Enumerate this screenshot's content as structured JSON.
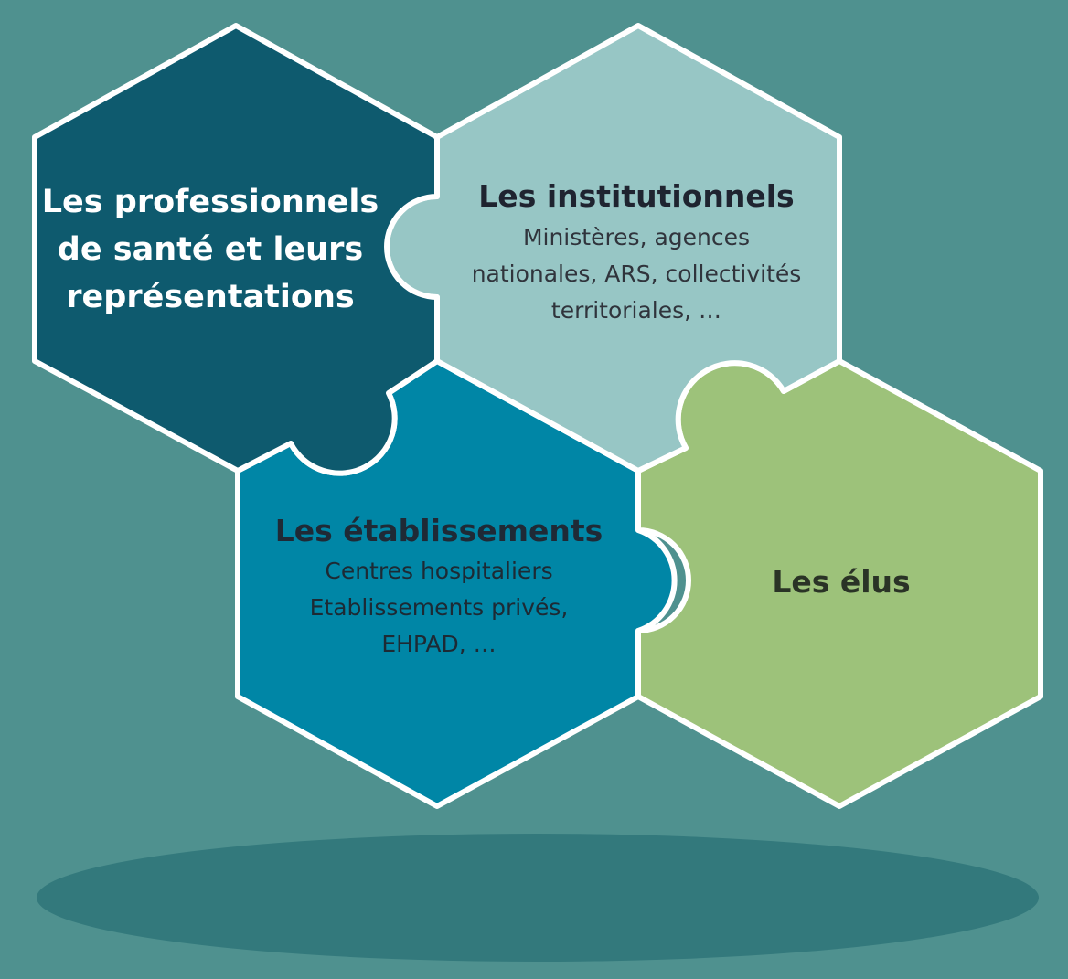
{
  "colors": {
    "background": "#4f918f",
    "shadow": "#33797c",
    "outline": "#ffffff",
    "professionnels": "#0e5a6e",
    "institutionnels": "#97c6c5",
    "etablissements": "#0086a6",
    "elus": "#9dc27a"
  },
  "pieces": {
    "professionnels": {
      "title": "Les professionnels de santé et leurs représentations",
      "icon": "puzzle-piece-hexagon"
    },
    "institutionnels": {
      "title": "Les institutionnels",
      "line1": "Ministères, agences",
      "line2": "nationales, ARS, collectivités",
      "line3": "territoriales, …",
      "icon": "puzzle-piece-hexagon"
    },
    "etablissements": {
      "title": "Les établissements",
      "line1": "Centres hospitaliers",
      "line2": "Etablissements privés,",
      "line3": "EHPAD, …",
      "icon": "puzzle-piece-hexagon"
    },
    "elus": {
      "title": "Les élus",
      "icon": "puzzle-piece-hexagon"
    }
  }
}
